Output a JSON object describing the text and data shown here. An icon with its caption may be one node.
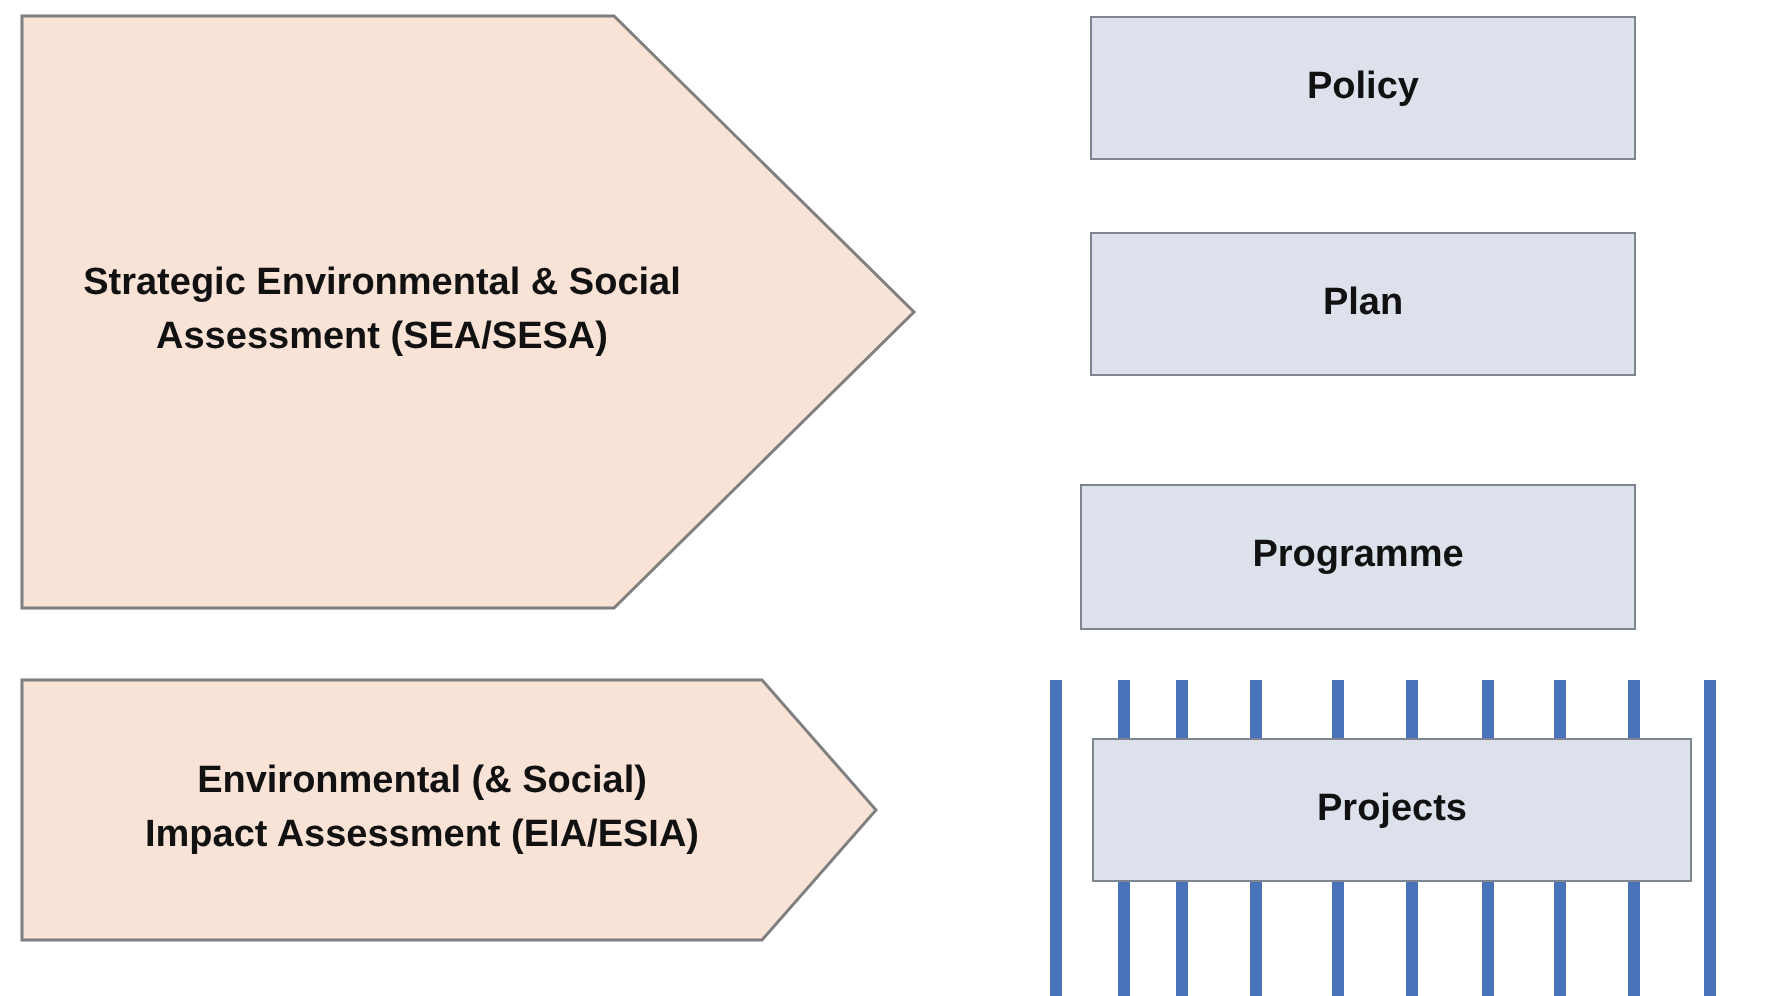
{
  "diagram": {
    "nodes": [
      {
        "text": [
          "Strategic Environmental & Social Assessment (SEA/SESA)"
        ]
      },
      {
        "text": [
          "Environmental (& Social) Impact Assessment (EIA/ESIA)"
        ]
      },
      {
        "text": [
          "Policy"
        ]
      },
      {
        "text": [
          "Plan"
        ]
      },
      {
        "text": [
          "Programme"
        ]
      },
      {
        "text": [
          "Projects"
        ]
      }
    ]
  }
}
